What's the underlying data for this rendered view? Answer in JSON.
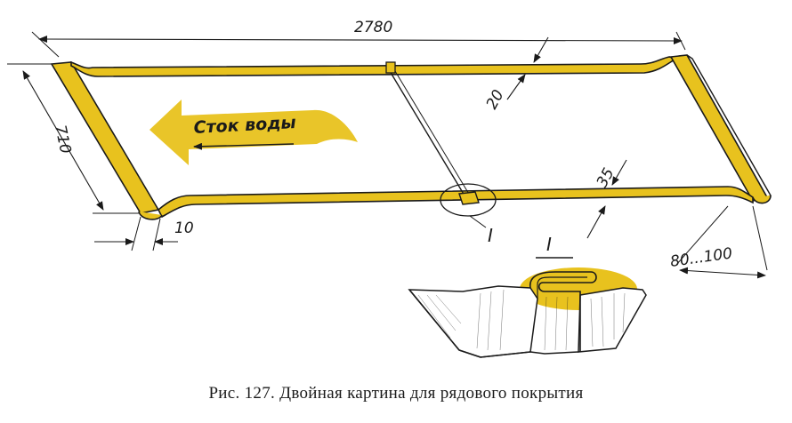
{
  "drawing": {
    "dim_length": "2780",
    "dim_width": "710",
    "dim_side_seam": "10",
    "dim_top_fold": "20",
    "dim_bottom_fold": "35",
    "dim_end_fold": "80...100",
    "flow_label": "Сток воды",
    "section_mark_detail": "I",
    "section_title": "I"
  },
  "caption": "Рис. 127. Двойная картина для рядового покрытия",
  "colors": {
    "highlight": "#e8c21e",
    "line": "#1a1a1a",
    "sheet": "#ffffff"
  }
}
